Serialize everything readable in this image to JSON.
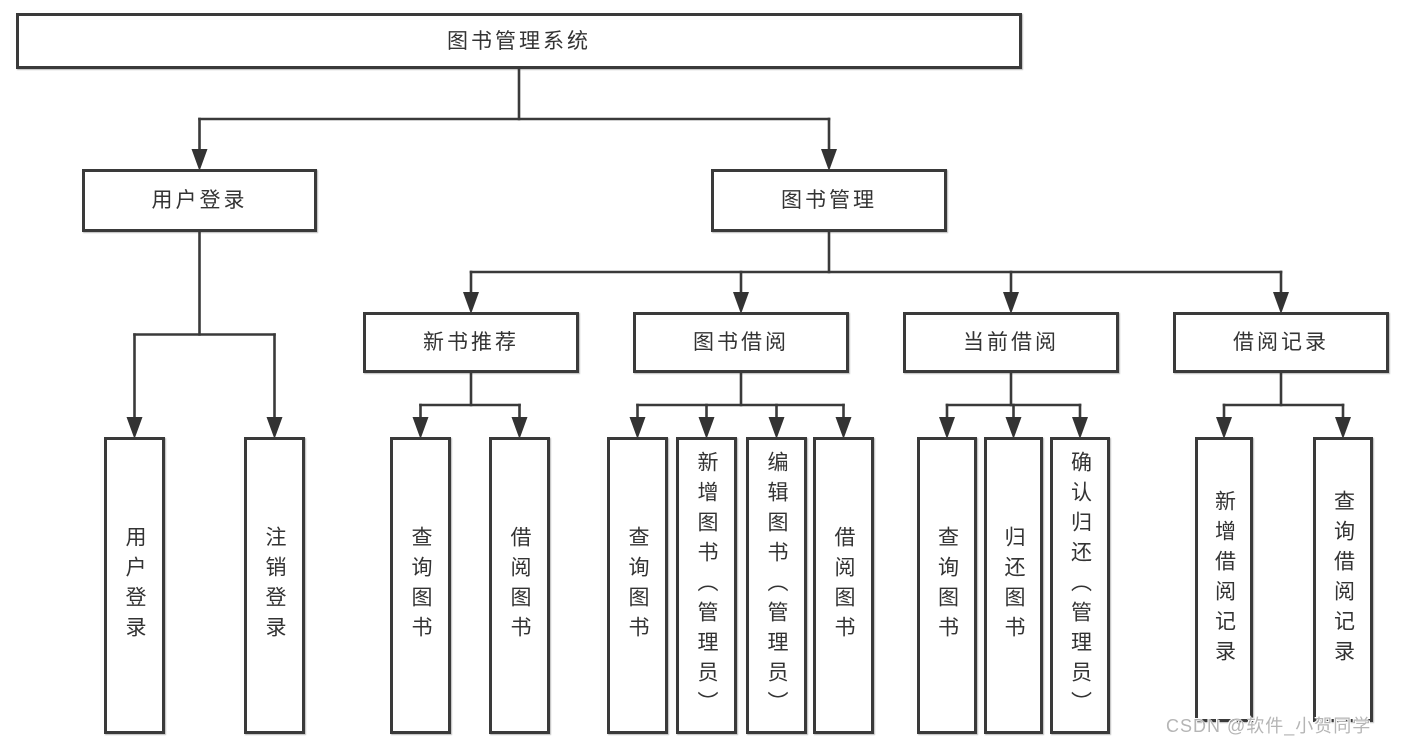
{
  "watermark": "CSDN @软件_小贺同学",
  "colors": {
    "line": "#3a3a3a",
    "border": "#3a3a3a",
    "text": "#333333",
    "arrow": "#333333",
    "watermark": "#b5b5b5",
    "background": "#ffffff"
  },
  "tree": {
    "id": "root",
    "label": "图书管理系统",
    "children": [
      {
        "id": "login",
        "label": "用户登录",
        "children": [
          {
            "id": "login-user",
            "label": "用户登录"
          },
          {
            "id": "login-logout",
            "label": "注销登录"
          }
        ]
      },
      {
        "id": "mgmt",
        "label": "图书管理",
        "children": [
          {
            "id": "newbook",
            "label": "新书推荐",
            "children": [
              {
                "id": "newbook-query",
                "label": "查询图书"
              },
              {
                "id": "newbook-borrow",
                "label": "借阅图书"
              }
            ]
          },
          {
            "id": "borrow",
            "label": "图书借阅",
            "children": [
              {
                "id": "borrow-query",
                "label": "查询图书"
              },
              {
                "id": "borrow-add",
                "label": "新增图书（管理员）"
              },
              {
                "id": "borrow-edit",
                "label": "编辑图书（管理员）"
              },
              {
                "id": "borrow-borrow",
                "label": "借阅图书"
              }
            ]
          },
          {
            "id": "current",
            "label": "当前借阅",
            "children": [
              {
                "id": "current-query",
                "label": "查询图书"
              },
              {
                "id": "current-return",
                "label": "归还图书"
              },
              {
                "id": "current-confirm",
                "label": "确认归还（管理员）"
              }
            ]
          },
          {
            "id": "records",
            "label": "借阅记录",
            "children": [
              {
                "id": "records-add",
                "label": "新增借阅记录"
              },
              {
                "id": "records-query",
                "label": "查询借阅记录"
              }
            ]
          }
        ]
      }
    ]
  }
}
